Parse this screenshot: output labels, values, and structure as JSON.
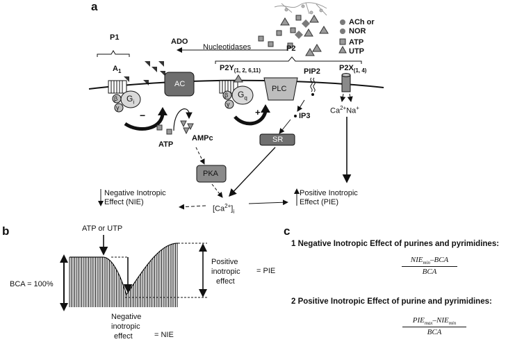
{
  "panels": {
    "a": "a",
    "b": "b",
    "c": "c"
  },
  "legend": {
    "ach_nor_1": "ACh or",
    "ach_nor_2": "NOR",
    "atp": "ATP",
    "utp": "UTP"
  },
  "receptors": {
    "p1": "P1",
    "p2": "P2",
    "a1": "A",
    "a1_sub": "1",
    "p2y": "P2Y",
    "p2y_sub": "(1, 2, 6,11)",
    "p2x": "P2X",
    "p2x_sub": "(1, 4)"
  },
  "labels": {
    "ado": "ADO",
    "nucleotidases": "Nucleotidases",
    "ac": "AC",
    "plc": "PLC",
    "pip2": "PIP2",
    "ip3": "IP3",
    "sr": "SR",
    "pka": "PKA",
    "atp_below": "ATP",
    "ampc": "AMPc",
    "gi": "G",
    "gi_sub": "i",
    "gq": "G",
    "gq_sub": "q",
    "beta": "β",
    "gamma": "γ",
    "minus": "−",
    "plus": "+",
    "ca": "Ca",
    "ca_sup": "2+",
    "na": "Na",
    "na_sup": "+",
    "cai": "[Ca",
    "cai_sup": "2+",
    "cai_close": "]",
    "cai_sub": "i",
    "nie_1": "Negative Inotropic",
    "nie_2": "Effect (NIE)",
    "pie_1": "Positive Inotropic",
    "pie_2": "Effect (PIE)"
  },
  "panel_b": {
    "stimulus": "ATP or UTP",
    "bca": "BCA = 100%",
    "pos_1": "Positive",
    "pos_2": "inotropic",
    "pos_3": "effect",
    "pie": "= PIE",
    "neg_1": "Negative",
    "neg_2": "inotropic",
    "neg_3": "effect",
    "nie": "= NIE"
  },
  "panel_c": {
    "item1": "1   Negative Inotropic Effect of purines and pyrimidines:",
    "eq1_num_a": "NIE",
    "eq1_num_sub": "min",
    "eq1_num_b": "–BCA",
    "eq1_den": "BCA",
    "item2": "2   Positive Inotropic Effect of purine and pyrimidines:",
    "eq2_num_a": "PIE",
    "eq2_num_sub_a": "max",
    "eq2_num_b": "–NIE",
    "eq2_num_sub_b": "min",
    "eq2_den": "BCA"
  },
  "colors": {
    "membrane": "#111111",
    "ac_fill": "#6e6e6e",
    "protein_fill": "#bdbdbd",
    "pka_fill": "#8a8a8a",
    "sr_fill": "#707070",
    "triangle": "#9a9a9a",
    "square": "#9a9a9a",
    "diamond": "#7a7a7a"
  }
}
